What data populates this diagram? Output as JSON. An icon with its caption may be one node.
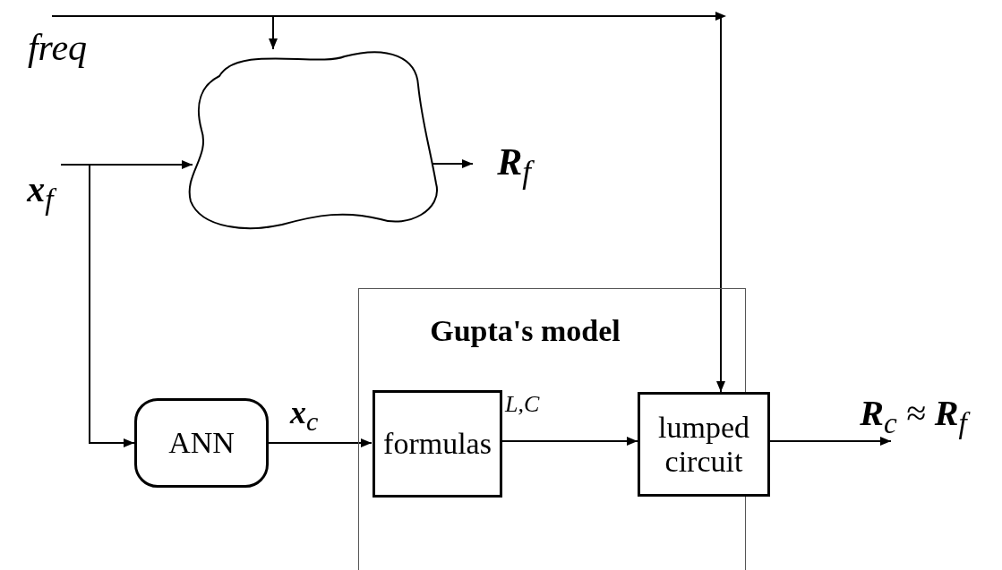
{
  "diagram": {
    "nodes": [
      {
        "text": [
          "freq"
        ]
      },
      {
        "text": [
          "**x**$_{f}$"
        ]
      },
      {
        "text": [],
        "shape": "cloud"
      },
      {
        "text": [
          "**R**$_{f}$"
        ]
      },
      {
        "text": [
          "Gupta's model"
        ]
      },
      {
        "text": [
          "ANN"
        ]
      },
      {
        "text": [
          "formulas"
        ],
        "in": 4
      },
      {
        "text": [
          "lumped circuit"
        ]
      },
      {
        "text": [
          "**R**$_{c}$ ≈ **R**$_{f}$"
        ]
      }
    ],
    "edges": [
      {
        "from": 0,
        "to": 2,
        "arrow": "to"
      },
      {
        "from": 0,
        "to": 7,
        "arrow": "to"
      },
      {
        "from": 1,
        "to": 2,
        "arrow": "to"
      },
      {
        "from": 1,
        "to": 5,
        "arrow": "to"
      },
      {
        "from": 2,
        "to": 3,
        "arrow": "to"
      },
      {
        "from": 5,
        "to": 6,
        "arrow": "to",
        "label": "**x**$_{c}$"
      },
      {
        "from": 6,
        "to": 7,
        "arrow": "to",
        "label": "L,C"
      },
      {
        "from": 7,
        "to": 8,
        "arrow": "to"
      }
    ]
  }
}
